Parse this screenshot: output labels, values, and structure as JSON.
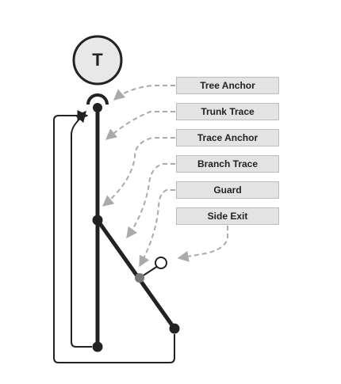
{
  "tree_node": {
    "letter": "T"
  },
  "labels": [
    {
      "text": "Tree Anchor"
    },
    {
      "text": "Trunk Trace"
    },
    {
      "text": "Trace Anchor"
    },
    {
      "text": "Branch Trace"
    },
    {
      "text": "Guard"
    },
    {
      "text": "Side Exit"
    }
  ],
  "colors": {
    "line": "#222222",
    "arrow": "#aaaaaa",
    "label_fill": "#e3e3e3",
    "label_border": "#bdbdbd",
    "node_fill": "#e8e8e8",
    "guard_dot": "#777777"
  }
}
